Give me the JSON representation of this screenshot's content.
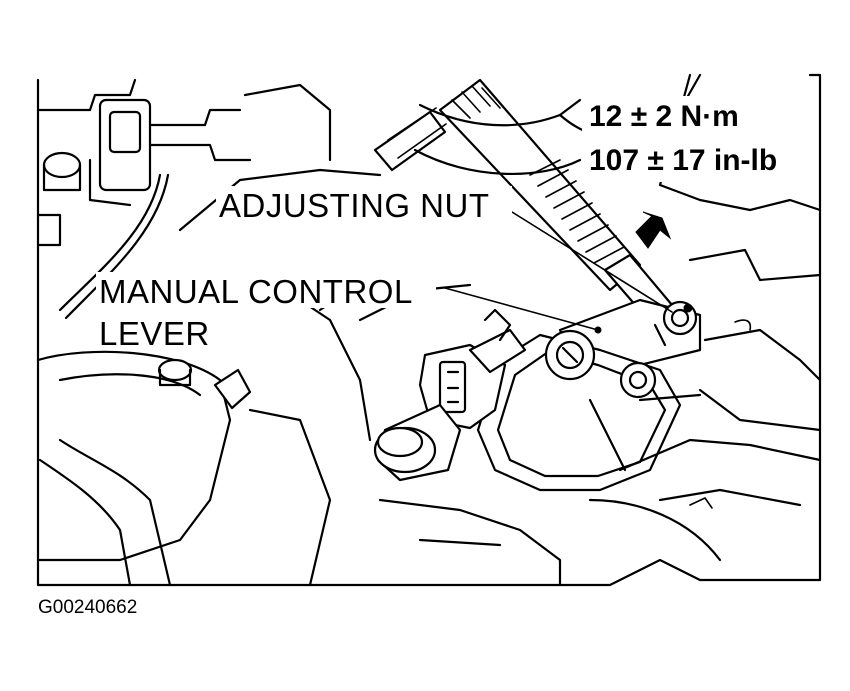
{
  "labels": {
    "adjusting_nut": "ADJUSTING NUT",
    "manual_control_lever_line1": "MANUAL CONTROL",
    "manual_control_lever_line2": "LEVER",
    "torque_metric": "12 ± 2 N·m",
    "torque_imperial": "107 ± 17 in-lb"
  },
  "figure_code": "G00240662"
}
